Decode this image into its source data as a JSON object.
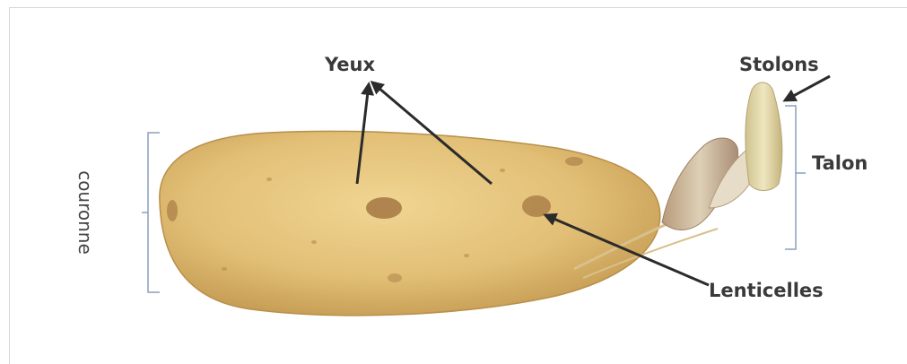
{
  "labels": {
    "yeux": "Yeux",
    "stolons": "Stolons",
    "talon": "Talon",
    "lenticelles": "Lenticelles",
    "couronne": "couronne"
  },
  "colors": {
    "tuber": "#e2bf76",
    "tuber_shadow": "#b98f4a",
    "sprout": "#cdb28d",
    "arrow": "#2b2b2b",
    "bracket": "#8a9fbd",
    "text": "#3a3a3a"
  }
}
